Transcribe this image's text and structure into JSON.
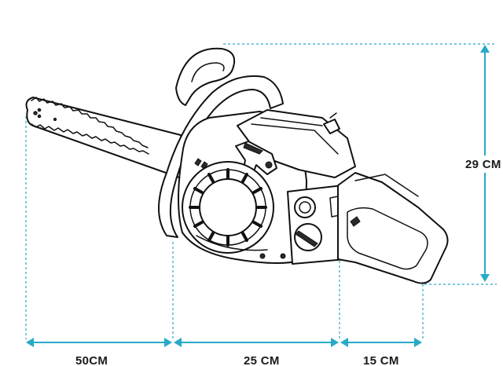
{
  "dimensions": {
    "bar_length": "50CM",
    "body_length": "25 CM",
    "handle_length": "15 CM",
    "height": "29 CM"
  },
  "colors": {
    "accent": "#29a9c6",
    "outline": "#111111",
    "background": "#ffffff"
  }
}
